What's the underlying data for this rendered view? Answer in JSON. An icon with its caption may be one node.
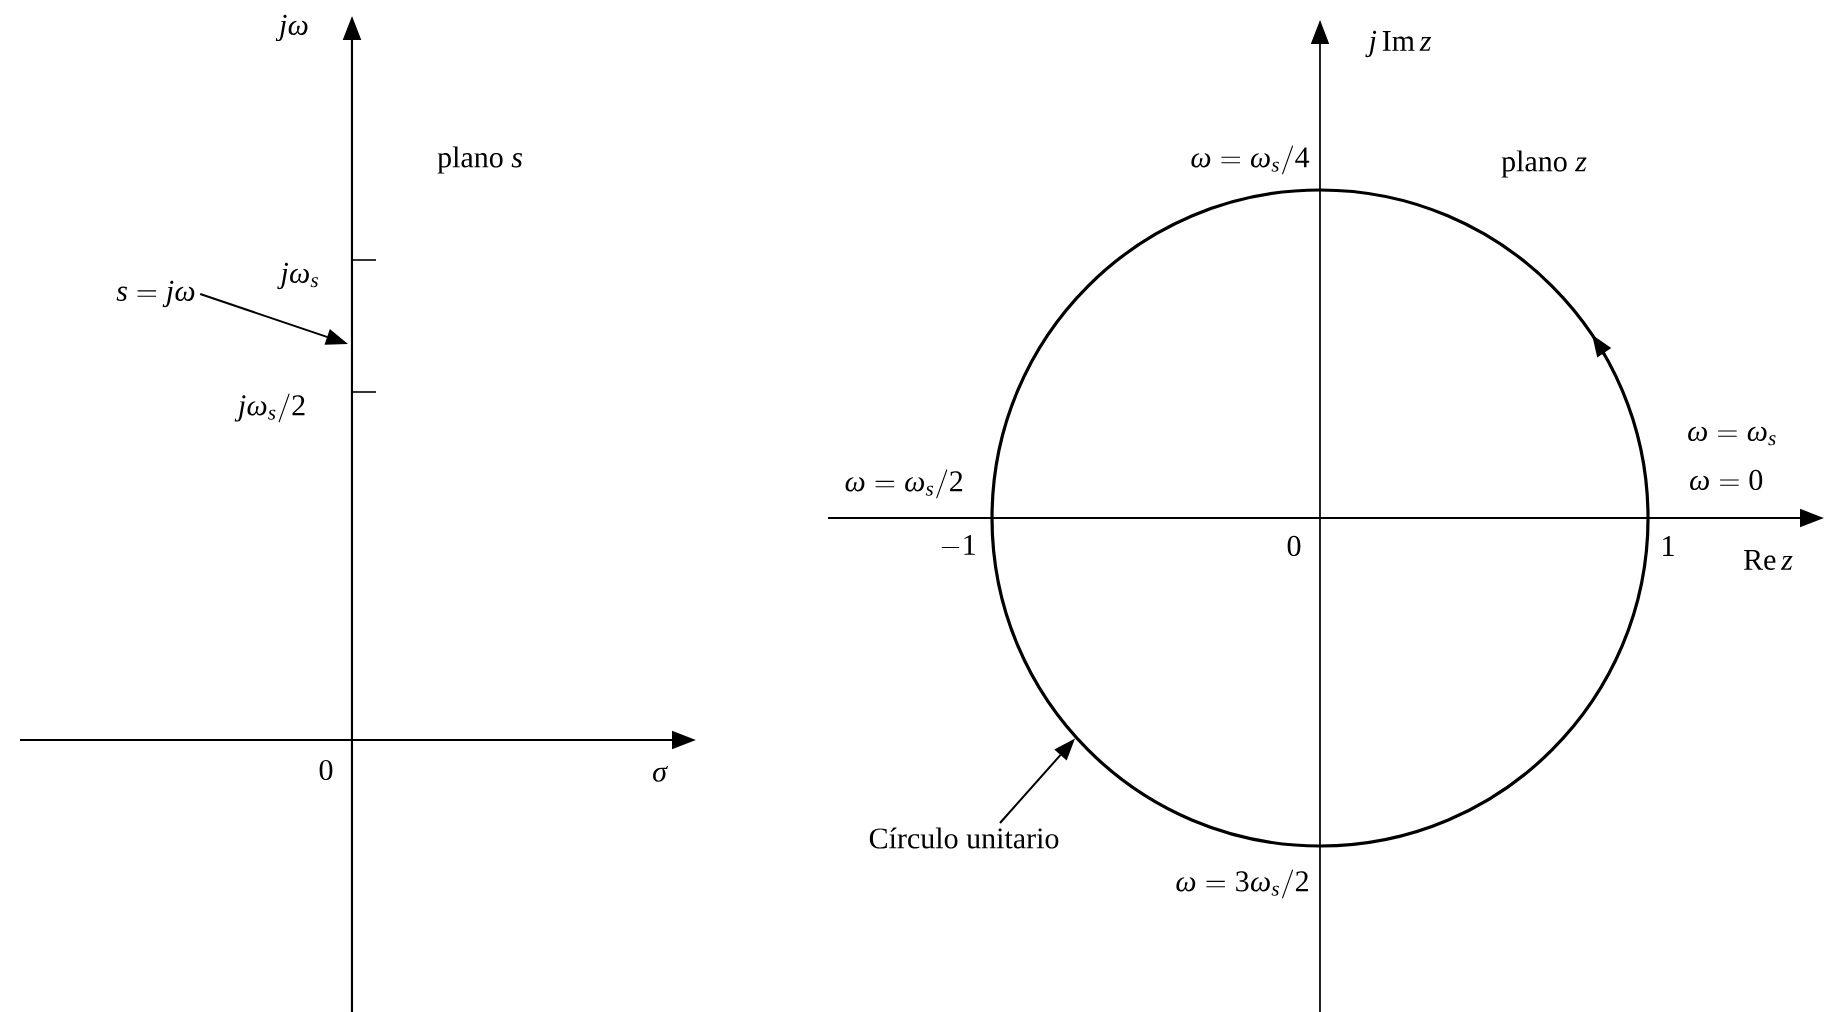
{
  "diagram": {
    "nodes": [
      {
        "text": [
          "s = j\\omega"
        ]
      },
      {
        "text": [
          "Círculo unitario"
        ]
      },
      {
        "text": [],
        "shape": "circle"
      }
    ],
    "edges": [
      {
        "from": 0,
        "to": null,
        "arrow": "to"
      },
      {
        "from": 1,
        "to": 2,
        "arrow": "to"
      }
    ],
    "labels": [
      "j\\omega",
      "plano *s*",
      "j\\omega_s",
      "j\\omega_s/2",
      "0",
      "\\sigma",
      "j\\,\\mathrm{Im}\\,z",
      "\\omega = \\omega_s/4",
      "plano *z*",
      "\\omega = \\omega_s",
      "\\omega = 0",
      "\\omega = \\omega_s/2",
      "-1",
      "0",
      "1",
      "\\mathrm{Re}\\,z",
      "\\omega = 3\\omega_s/2"
    ]
  }
}
